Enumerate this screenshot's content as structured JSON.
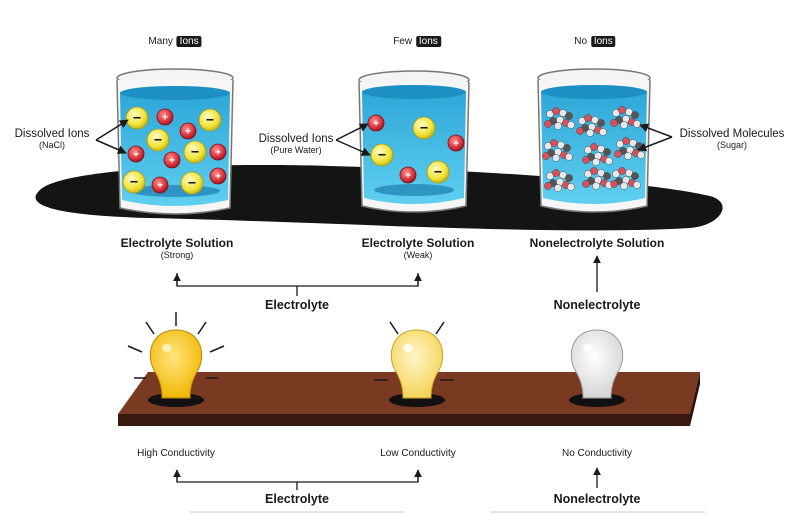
{
  "headers": [
    {
      "prefix": "Many",
      "tag": "Ions"
    },
    {
      "prefix": "Few",
      "tag": "Ions"
    },
    {
      "prefix": "No",
      "tag": "Ions"
    }
  ],
  "annotations": {
    "dissolved_ions_1": {
      "title": "Dissolved Ions",
      "sub": "(NaCl)"
    },
    "dissolved_ions_2": {
      "title": "Dissolved Ions",
      "sub": "(Pure Water)"
    },
    "dissolved_molecules": {
      "title": "Dissolved Molecules",
      "sub": "(Sugar)"
    }
  },
  "solutions": [
    {
      "title": "Electrolyte Solution",
      "sub": "(Strong)"
    },
    {
      "title": "Electrolyte Solution",
      "sub": "(Weak)"
    },
    {
      "title": "Nonelectrolyte Solution",
      "sub": ""
    }
  ],
  "group_labels": {
    "top_left": "Electrolyte",
    "top_right": "Nonelectrolyte",
    "bottom_left": "Electrolyte",
    "bottom_right": "Nonelectrolyte"
  },
  "conductivity": [
    "High Conductivity",
    "Low Conductivity",
    "No Conductivity"
  ],
  "ion_signs": {
    "positive": "+",
    "negative": "−"
  },
  "colors": {
    "water": "#4fc3e8",
    "positive_ion": "#d9303a",
    "negative_ion": "#f2e83a",
    "board": "#7a3a22",
    "bulb_high": "#f5c518",
    "bulb_low": "#f7dc6f",
    "bulb_off": "#e8e8e8"
  }
}
